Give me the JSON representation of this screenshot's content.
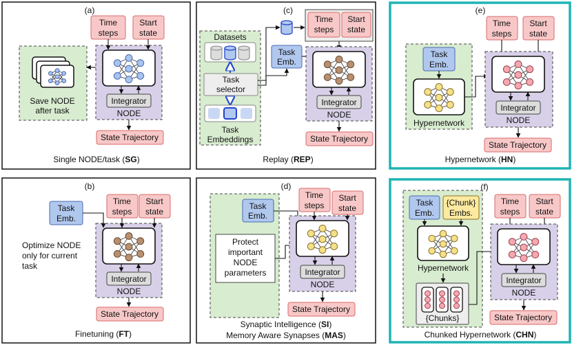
{
  "colors": {
    "pink": "#f8c8c8",
    "pink_stroke": "#d86a6a",
    "purple": "#d8d0e8",
    "green": "#d8ecd0",
    "blue": "#b0c8ee",
    "yellow_node": "#f5e08a",
    "yellow_box": "#fdeaa0",
    "brown_node": "#b89070",
    "light_blue_node": "#a8c4ee",
    "pink_node": "#f4a8b0",
    "teal": "#1fb4b4",
    "gray": "#dddddd"
  },
  "common": {
    "time": [
      "Time",
      "steps"
    ],
    "start": [
      "Start",
      "state"
    ],
    "task_emb": [
      "Task",
      "Emb."
    ],
    "integrator": "Integrator",
    "node": "NODE",
    "trajectory": "State Trajectory",
    "hypernetwork": "Hypernetwork"
  },
  "panels": {
    "a": {
      "letter": "(a)",
      "save_note": [
        "Save NODE",
        "after task"
      ],
      "caption": "Single NODE/task (",
      "abbr": "SG",
      "close": ")"
    },
    "b": {
      "letter": "(b)",
      "note": [
        "Optimize NODE",
        "only for current",
        "task"
      ],
      "caption": "Finetuning (",
      "abbr": "FT",
      "close": ")"
    },
    "c": {
      "letter": "(c)",
      "datasets": "Datasets",
      "selector": [
        "Task",
        "selector"
      ],
      "embeddings": [
        "Task",
        "Embeddings"
      ],
      "caption": "Replay (",
      "abbr": "REP",
      "close": ")"
    },
    "d": {
      "letter": "(d)",
      "protect": [
        "Protect",
        "important",
        "NODE",
        "parameters"
      ],
      "caption1": "Synaptic Intelligence (",
      "abbr1": "SI",
      "close1": ")",
      "caption2": "Memory Aware Synapses (",
      "abbr2": "MAS",
      "close2": ")"
    },
    "e": {
      "letter": "(e)",
      "caption": "Hypernetwork (",
      "abbr": "HN",
      "close": ")"
    },
    "f": {
      "letter": "(f)",
      "chunk_emb": [
        "{Chunk}",
        "Embs."
      ],
      "chunks": "{Chunks}",
      "caption": "Chunked Hypernetwork (",
      "abbr": "CHN",
      "close": ")"
    }
  }
}
